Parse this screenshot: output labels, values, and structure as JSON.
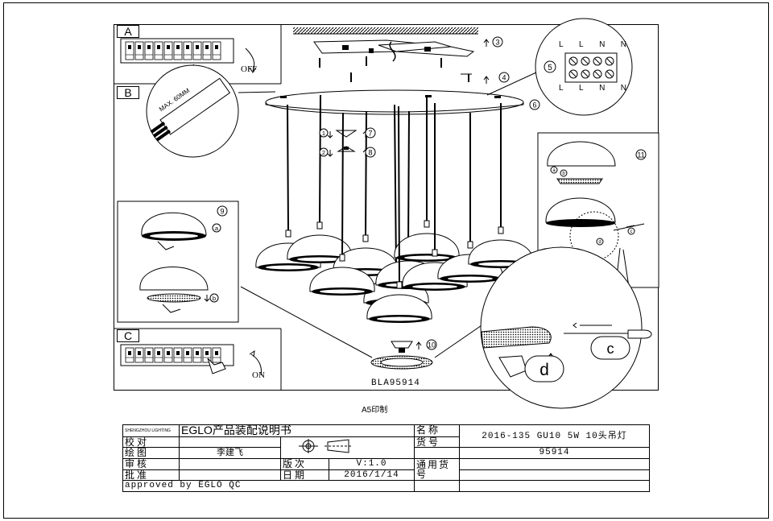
{
  "step_labels": {
    "a": "A",
    "b": "B",
    "c": "C"
  },
  "inset_a": {
    "off_label": "OFF"
  },
  "inset_b": {
    "wire_text": "MAX. 60MM"
  },
  "inset_c": {
    "on_label": "ON"
  },
  "terminal": {
    "top_labels": [
      "L",
      "L",
      "N",
      "N"
    ],
    "bottom_labels": [
      "L",
      "L",
      "N",
      "N"
    ],
    "step": "5"
  },
  "callouts": {
    "s3": "3",
    "s4": "4",
    "s6": "6",
    "s7": "7",
    "s8": "8",
    "s9": "9",
    "s10": "10",
    "s11": "11",
    "a": "a",
    "b": "b",
    "c": "c",
    "d": "d",
    "s1": "1",
    "s2": "2"
  },
  "model_number": "BLA95914",
  "print_note": "A5印制",
  "title_block": {
    "logo_text": "SHENGZHOU LIGHTING",
    "title": "EGLO产品装配说明书",
    "row_labels": {
      "check": "校对",
      "draw": "绘图",
      "review": "审核",
      "approve": "批准"
    },
    "drafter": "李建飞",
    "version_label": "版次",
    "version_value": "V:1.0",
    "date_label": "日期",
    "date_value": "2016/1/14",
    "name_label": "名称",
    "name_value": "2016-135 GU10 5W 10头吊灯",
    "code_label": "货号",
    "code_value": "95914",
    "general_label": "通用货号",
    "general_value": "",
    "approved_by": "approved by EGLO QC"
  }
}
